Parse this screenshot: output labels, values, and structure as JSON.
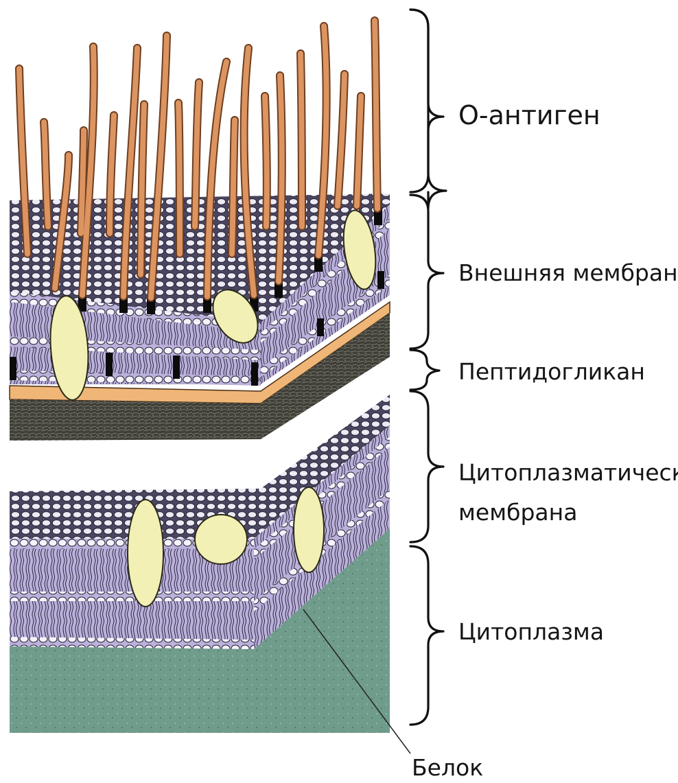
{
  "labels": {
    "o_antigen": "О-антиген",
    "outer_membrane": "Внешняя мембрана",
    "peptidoglycan": "Пептидогликан",
    "cytoplasmic_membrane_line1": "Цитоплазматическая",
    "cytoplasmic_membrane_line2": "мембрана",
    "cytoplasm": "Цитоплазма",
    "protein": "Белок"
  },
  "colors": {
    "antigen_chain": "#d9905a",
    "antigen_chain_dark": "#7a4626",
    "membrane_lilac": "#b9afd8",
    "head_fill": "#e9e6f2",
    "peptidoglycan": "#efb678",
    "dark_wall": "#3b3a34",
    "cytoplasm": "#6e9b8a",
    "protein": "#f2f0b4"
  },
  "icons": {
    "antigen": "o-antigen-chain-icon",
    "protein": "membrane-protein-icon",
    "brace": "curly-brace-icon"
  }
}
